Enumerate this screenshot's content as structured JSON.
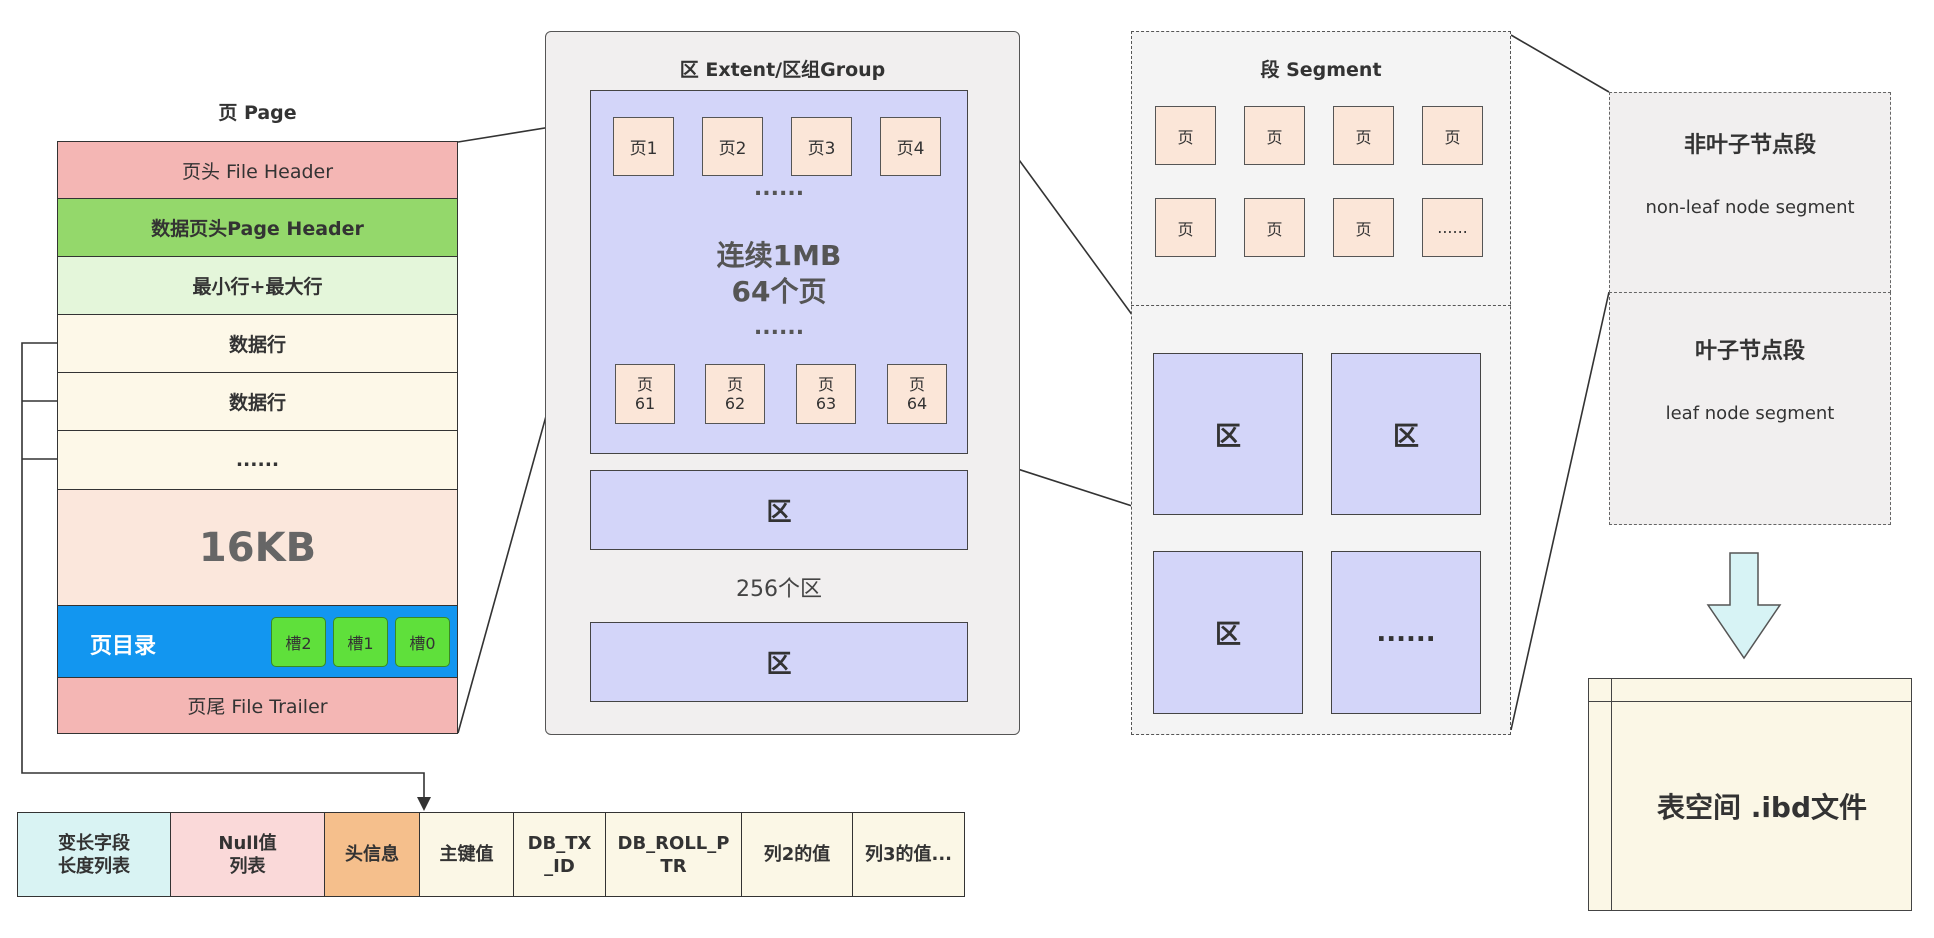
{
  "page": {
    "title": "页 Page",
    "file_header": "页头 File Header",
    "page_header": "数据页头Page Header",
    "infimum_supremum": "最小行+最大行",
    "data_row_1": "数据行",
    "data_row_2": "数据行",
    "ellipsis": "......",
    "size": "16KB",
    "directory": "页目录",
    "slots": [
      "槽2",
      "槽1",
      "槽0"
    ],
    "file_trailer": "页尾 File Trailer"
  },
  "extent": {
    "title": "区 Extent/区组Group",
    "pages_top": [
      "页1",
      "页2",
      "页3",
      "页4"
    ],
    "dots": "......",
    "center_line1": "连续1MB",
    "center_line2": "64个页",
    "pages_bottom": [
      {
        "line1": "页",
        "line2": "61"
      },
      {
        "line1": "页",
        "line2": "62"
      },
      {
        "line1": "页",
        "line2": "63"
      },
      {
        "line1": "页",
        "line2": "64"
      }
    ],
    "extent_label": "区",
    "count_label": "256个区"
  },
  "segment": {
    "title": "段 Segment",
    "page_label": "页",
    "page_ellipsis": "......",
    "extent_label": "区",
    "extent_ellipsis": "......"
  },
  "nodes": {
    "nonleaf_title": "非叶子节点段",
    "nonleaf_subtitle": "non-leaf node segment",
    "leaf_title": "叶子节点段",
    "leaf_subtitle": "leaf node segment"
  },
  "tablespace": {
    "label": "表空间 .ibd文件"
  },
  "record": {
    "cells": [
      {
        "line1": "变长字段",
        "line2": "长度列表",
        "color": "#d9f3f3"
      },
      {
        "line1": "Null值",
        "line2": "列表",
        "color": "#fad9d9"
      },
      {
        "line1": "头信息",
        "line2": "",
        "color": "#f5bf8c"
      },
      {
        "line1": "主键值",
        "line2": "",
        "color": "#fbf7e6"
      },
      {
        "line1": "DB_TX",
        "line2": "_ID",
        "color": "#fbf7e6"
      },
      {
        "line1": "DB_ROLL_P",
        "line2": "TR",
        "color": "#fbf7e6"
      },
      {
        "line1": "列2的值",
        "line2": "",
        "color": "#fbf7e6"
      },
      {
        "line1": "列3的值...",
        "line2": "",
        "color": "#fbf7e6"
      }
    ]
  },
  "colors": {
    "page_header_pink": "#f4b6b4",
    "page_header_green": "#94d86b",
    "infimum_green": "#e4f6da",
    "data_row": "#fdf8e8",
    "size_bg": "#fbe7dc",
    "directory_blue": "#1296f0",
    "slot_green": "#5fe03b",
    "extent_blue": "#d3d5f9",
    "page_peach": "#fbe6d8",
    "tablespace_bg": "#fbf7e6",
    "arrow_fill": "#d7f3f5"
  }
}
